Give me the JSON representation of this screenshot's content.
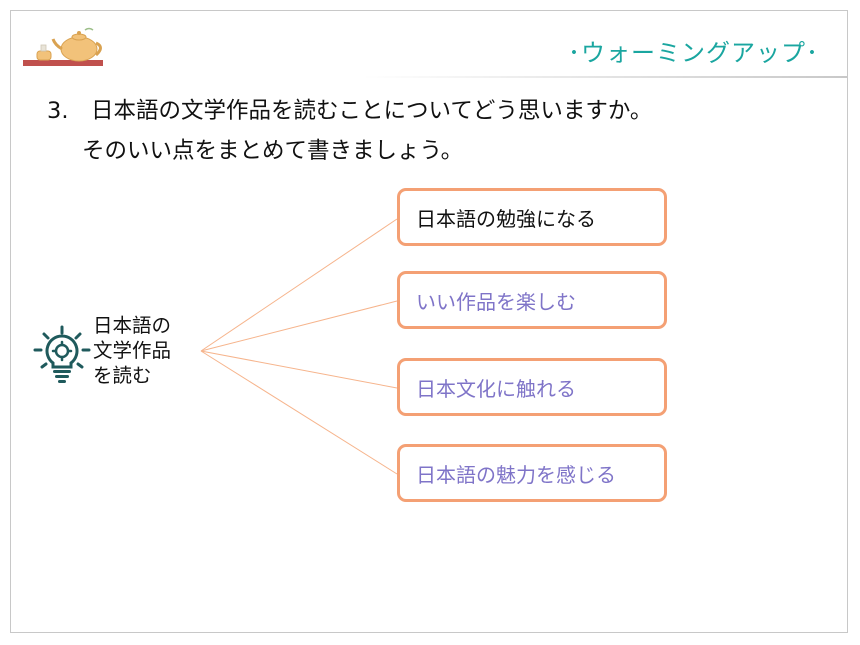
{
  "header": {
    "title": "･ウォーミングアップ･"
  },
  "question": {
    "number": "3.",
    "line1": "日本語の文学作品を読むことについてどう思いますか。",
    "line2": "そのいい点をまとめて書きましょう。"
  },
  "mindmap": {
    "center_lines": [
      "日本語の",
      "文学作品",
      "を読む"
    ],
    "branches": [
      {
        "label": "日本語の勉強になる"
      },
      {
        "label": "いい作品を楽しむ"
      },
      {
        "label": "日本文化に触れる"
      },
      {
        "label": "日本語の魅力を感じる"
      }
    ]
  },
  "colors": {
    "accent_teal": "#1aa6a0",
    "branch_border": "#f4a074",
    "hint_text": "#7f74c8",
    "icon_dark": "#1f5a5c",
    "shelf": "#c0504d"
  }
}
